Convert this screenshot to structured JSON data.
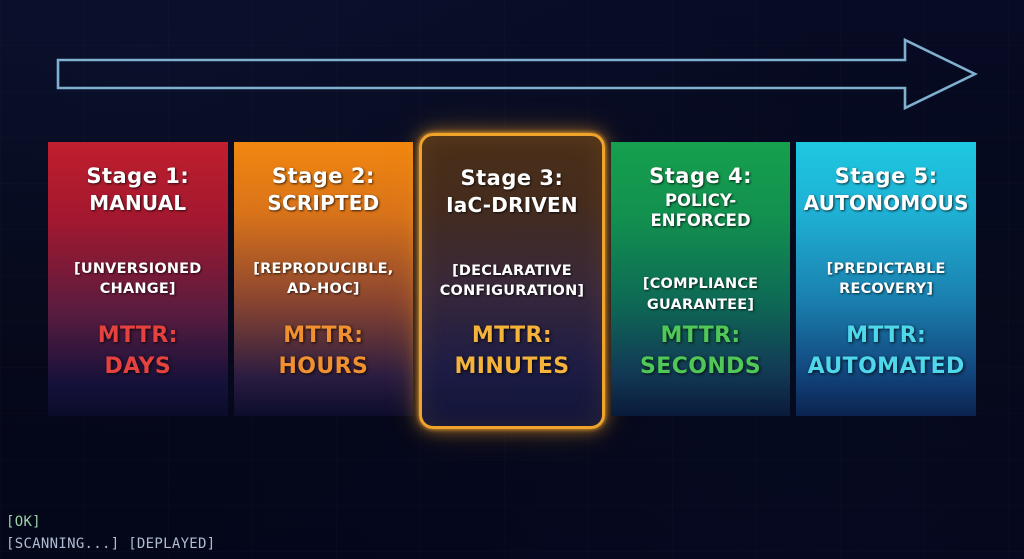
{
  "background_color": "#060a22",
  "arrow": {
    "name": "maturity-progression-arrow",
    "direction": "right",
    "stroke_color": "#7fb0cf"
  },
  "stages": [
    {
      "title": "Stage 1:",
      "name": "MANUAL",
      "descriptor_line1": "[UNVERSIONED",
      "descriptor_line2": "CHANGE]",
      "mttr_label": "MTTR:",
      "mttr_value": "DAYS",
      "mttr_color": "#e5423f",
      "highlighted": false
    },
    {
      "title": "Stage 2:",
      "name": "SCRIPTED",
      "descriptor_line1": "[REPRODUCIBLE,",
      "descriptor_line2": "AD-HOC]",
      "mttr_label": "MTTR:",
      "mttr_value": "HOURS",
      "mttr_color": "#f09030",
      "highlighted": false
    },
    {
      "title": "Stage 3:",
      "name": "IaC-DRIVEN",
      "descriptor_line1": "[DECLARATIVE",
      "descriptor_line2": "CONFIGURATION]",
      "mttr_label": "MTTR:",
      "mttr_value": "MINUTES",
      "mttr_color": "#f5b33c",
      "highlighted": true
    },
    {
      "title": "Stage 4:",
      "name": "POLICY-ENFORCED",
      "descriptor_line1": "[COMPLIANCE",
      "descriptor_line2": "GUARANTEE]",
      "mttr_label": "MTTR:",
      "mttr_value": "SECONDS",
      "mttr_color": "#4fc857",
      "highlighted": false
    },
    {
      "title": "Stage 5:",
      "name": "AUTONOMOUS",
      "descriptor_line1": "[PREDICTABLE",
      "descriptor_line2": "RECOVERY]",
      "mttr_label": "MTTR:",
      "mttr_value": "AUTOMATED",
      "mttr_color": "#4fd8ec",
      "highlighted": false
    }
  ],
  "terminal": {
    "line1": "[OK]",
    "line2": "[SCANNING...] [DEPLAYED]"
  }
}
